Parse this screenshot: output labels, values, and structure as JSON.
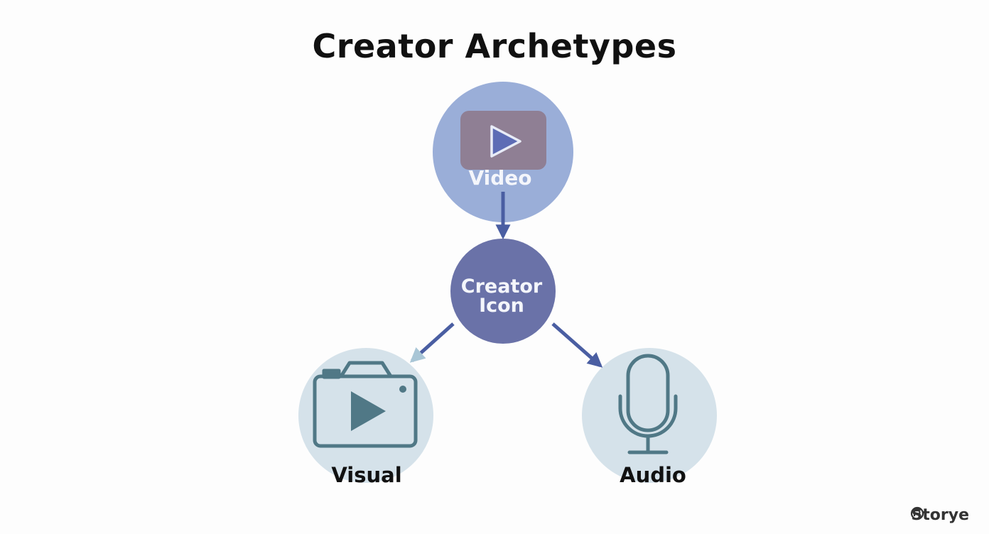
{
  "title": "Creator Archetypes",
  "nodes": {
    "video": {
      "label": "Video",
      "icon": "play-button-icon",
      "color": "#9aaed8"
    },
    "center": {
      "line1": "Creator",
      "line2": "Icon",
      "color": "#6a72a8"
    },
    "visual": {
      "label": "Visual",
      "icon": "camera-play-icon",
      "color": "#d5e2ea"
    },
    "audio": {
      "label": "Audio",
      "icon": "microphone-icon",
      "color": "#d5e2ea"
    }
  },
  "edges": [
    {
      "from": "video",
      "to": "center"
    },
    {
      "from": "center",
      "to": "visual"
    },
    {
      "from": "center",
      "to": "audio"
    }
  ],
  "colors": {
    "arrow": "#4a5ea2",
    "icon_stroke": "#507886",
    "play_box": "#8f7f94"
  },
  "brand": {
    "name": "Storye",
    "icon": "storye-logo-icon"
  }
}
